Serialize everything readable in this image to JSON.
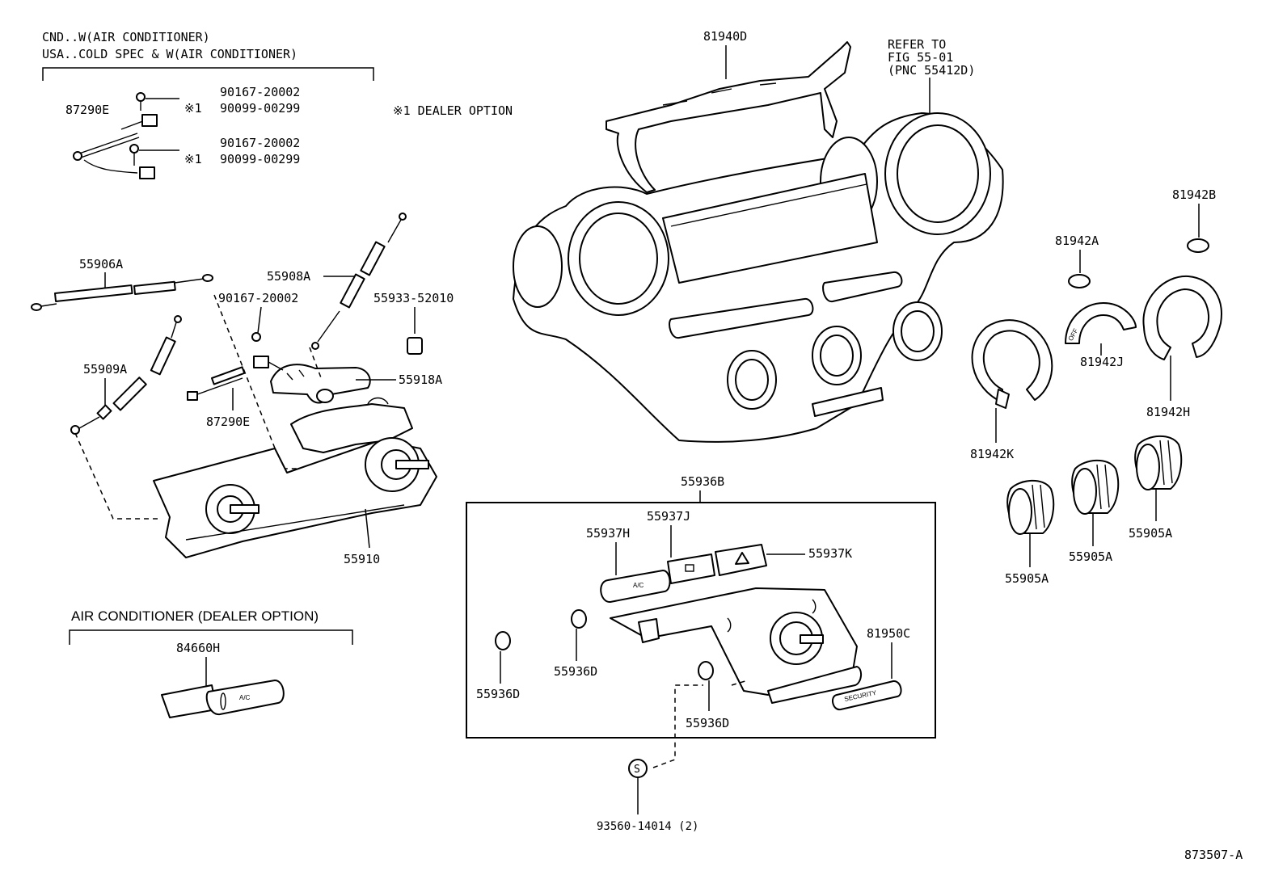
{
  "notes": {
    "cnd_line": "CND..W(AIR CONDITIONER)",
    "usa_line": "USA..COLD SPEC & W(AIR CONDITIONER)",
    "dealer_option": "※1 DEALER OPTION",
    "refer_line1": "REFER TO",
    "refer_line2": "FIG 55-01",
    "refer_line3": "(PNC 55412D)",
    "ac_section_title": "AIR CONDITIONER (DEALER OPTION)",
    "figure_id": "873507-A"
  },
  "callouts": {
    "p87290E_top": "87290E",
    "p90167_a": "90167-20002",
    "p90099_a": "90099-00299",
    "p90167_b": "90167-20002",
    "p90099_b": "90099-00299",
    "mark1_a": "※1",
    "mark1_b": "※1",
    "p55906A": "55906A",
    "p55908A": "55908A",
    "p90167_c": "90167-20002",
    "p55933": "55933-52010",
    "p55909A": "55909A",
    "p55918A": "55918A",
    "p87290E_bot": "87290E",
    "p55910": "55910",
    "p84660H": "84660H",
    "p81940D": "81940D",
    "p81942B": "81942B",
    "p81942A": "81942A",
    "p81942J": "81942J",
    "p81942H": "81942H",
    "p81942K": "81942K",
    "p55905A_a": "55905A",
    "p55905A_b": "55905A",
    "p55905A_c": "55905A",
    "p55936B": "55936B",
    "p55937J": "55937J",
    "p55937H": "55937H",
    "p55937K": "55937K",
    "p81950C": "81950C",
    "p55936D_a": "55936D",
    "p55936D_b": "55936D",
    "p55936D_c": "55936D",
    "p93560": "93560-14014 (2)",
    "s_mark": "S"
  },
  "part_text": {
    "ac_button_1": "A/C",
    "ac_button_2": "A/C",
    "security_plate": "SECURITY",
    "dial_off": "OFF"
  }
}
